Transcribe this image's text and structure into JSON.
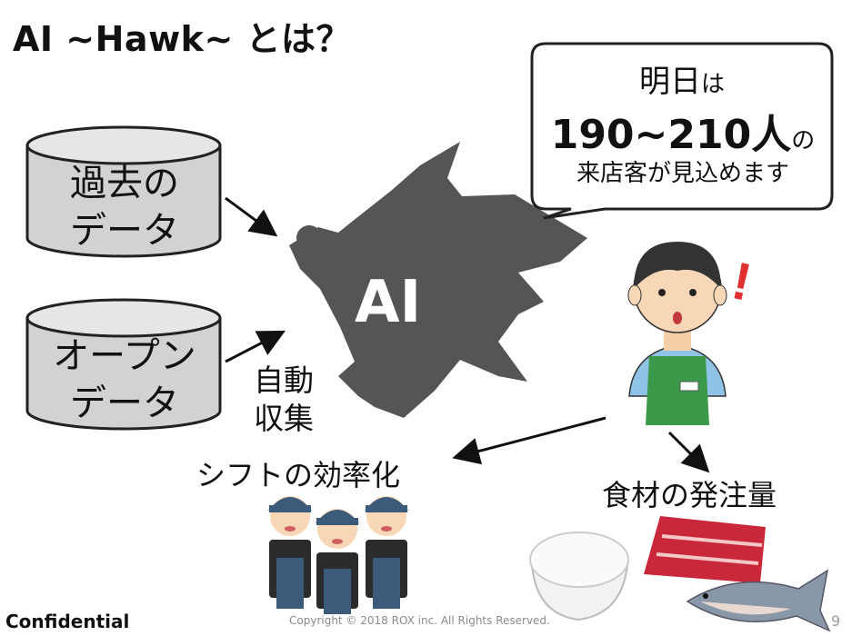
{
  "title": "AI ~Hawk~ とは？",
  "databases": [
    {
      "line1": "過去の",
      "line2": "データ"
    },
    {
      "line1": "オープン",
      "line2": "データ"
    }
  ],
  "ai_label": "AI",
  "auto_collect": {
    "line1": "自動",
    "line2": "収集"
  },
  "speech_bubble": {
    "part1_big": "明日",
    "part1_small": "は",
    "part2_big": "190~210人",
    "part2_small": "の",
    "line3": "来店客が見込めます"
  },
  "exclamation": "!",
  "outputs": {
    "shift": "シフトの効率化",
    "order": "食材の発注量"
  },
  "footer": {
    "confidential": "Confidential",
    "copyright": "Copyright © 2018 ROX inc. All Rights Reserved.",
    "page": "9"
  },
  "colors": {
    "hawk": "#555555",
    "cylinder_top": "#e6e6e6",
    "cylinder_body": "#d2d2d2",
    "apron_green": "#3a9a4a",
    "meat_red": "#c8283a",
    "fish_gray": "#8898a8"
  }
}
